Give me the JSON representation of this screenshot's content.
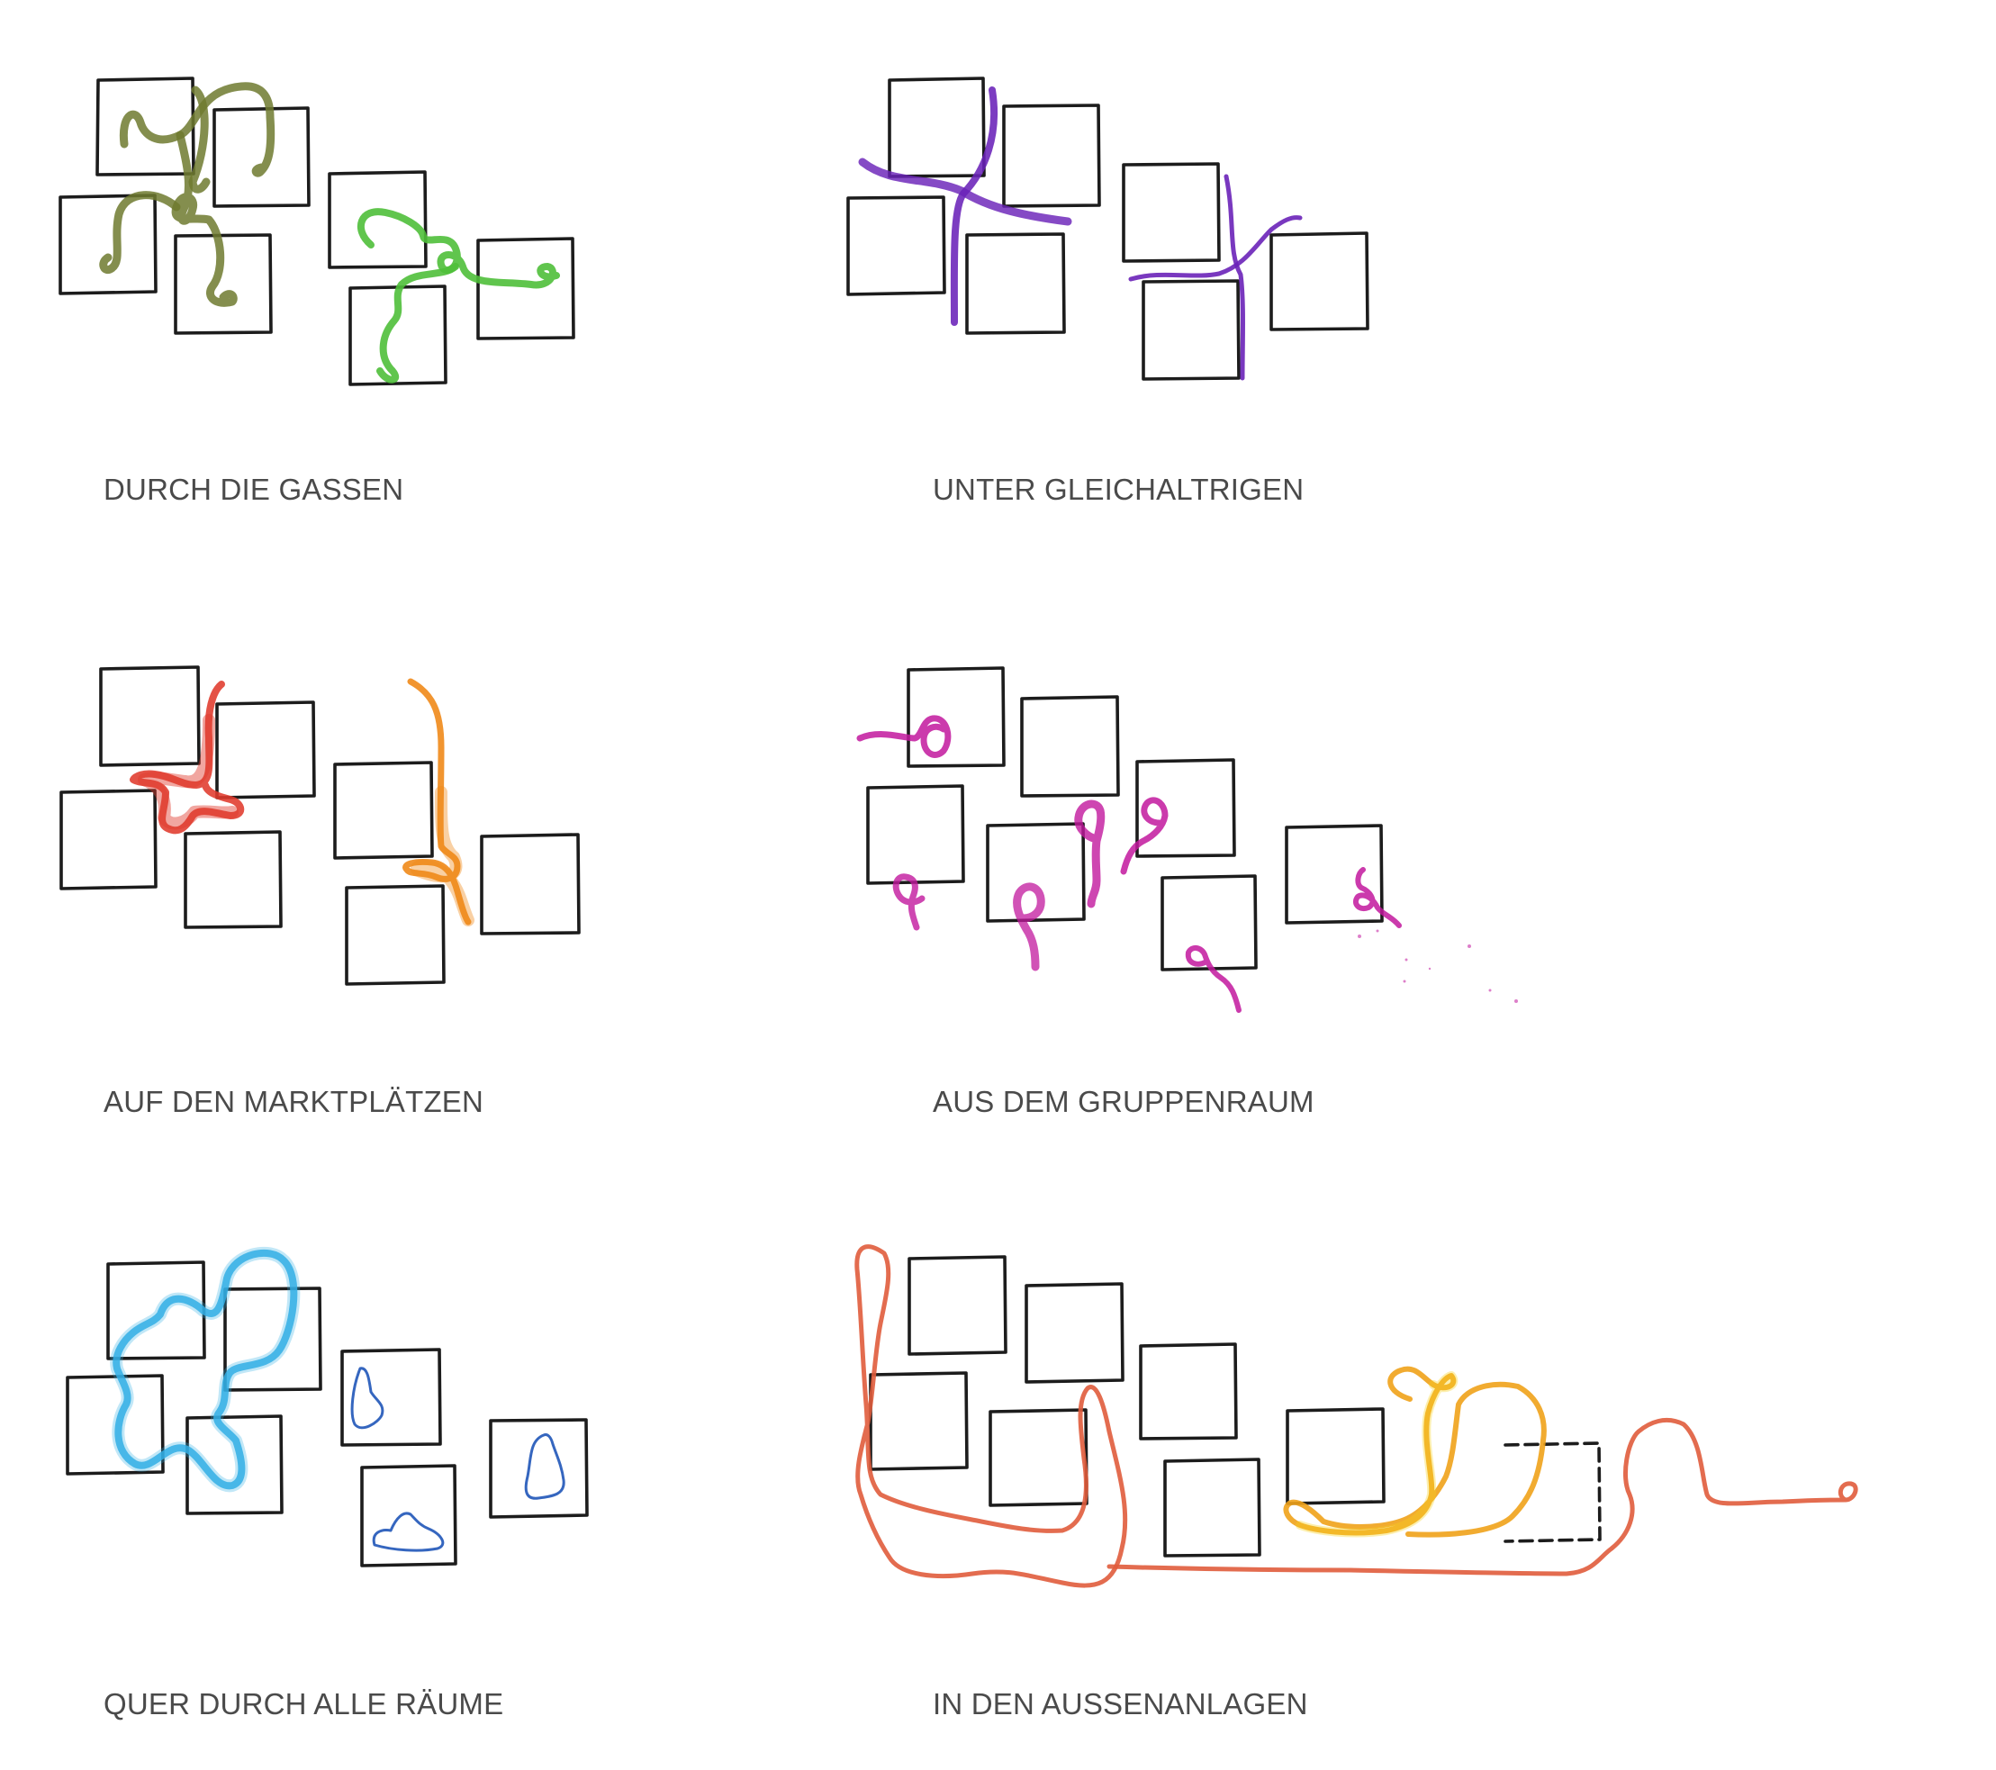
{
  "panels": [
    {
      "caption": "DURCH DIE GASSEN",
      "color": "#6f7a2f",
      "color2": "#4fbf3a"
    },
    {
      "caption": "UNTER GLEICHALTRIGEN",
      "color": "#6a22b8"
    },
    {
      "caption": "AUF DEN MARKTPLÄTZEN",
      "color": "#e03a2c",
      "color2": "#f08a1a"
    },
    {
      "caption": "AUS DEM GRUPPENRAUM",
      "color": "#c2189e"
    },
    {
      "caption": "QUER DURCH ALLE RÄUME",
      "color": "#33aee6",
      "color2": "#1f55b8"
    },
    {
      "caption": "IN DEN AUSSENANLAGEN",
      "color": "#e05c3c",
      "color2": "#f0a21a"
    }
  ]
}
